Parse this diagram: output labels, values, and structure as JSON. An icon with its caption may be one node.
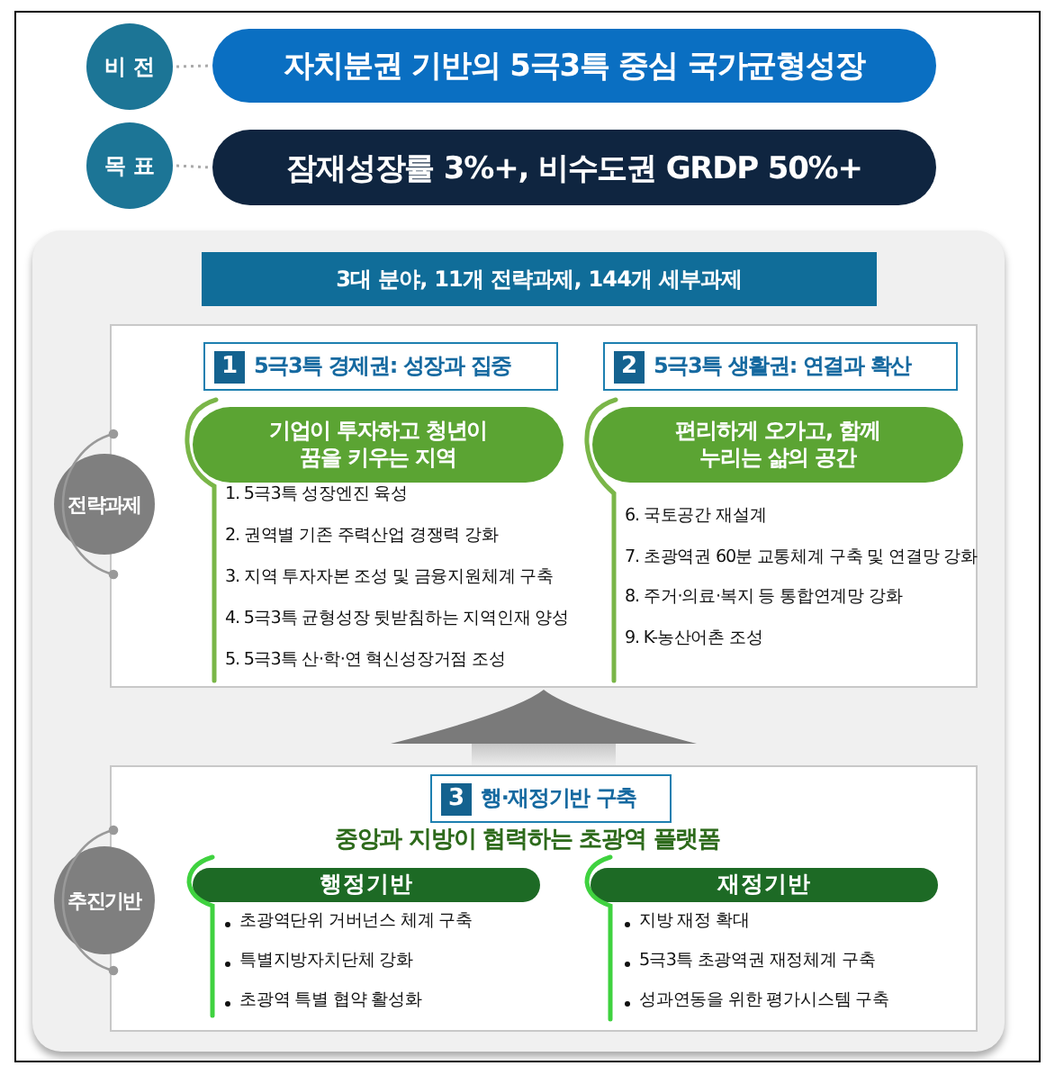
{
  "diagram": {
    "nodes": [
      {
        "text": [
          "비 전"
        ]
      },
      {
        "text": [
          "자치분권 기반의 5극3특 중심 국가균형성장"
        ]
      },
      {
        "text": [
          "목 표"
        ]
      },
      {
        "text": [
          "잠재성장률 3%+, 비수도권 GRDP 50%+"
        ]
      },
      {
        "text": [],
        "shape": "box"
      },
      {
        "text": [
          "3대 분야, 11개 전략과제, 144개 세부과제"
        ],
        "in": 4
      },
      {
        "text": [],
        "shape": "box",
        "in": 4
      },
      {
        "text": [
          "전략과제"
        ],
        "in": 4
      },
      {
        "text": [
          "1",
          "5극3특 경제권: 성장과 집중"
        ],
        "in": 6
      },
      {
        "text": [
          "기업이 투자하고 청년이 꿈을 키우는 지역"
        ],
        "in": 6,
        "beside": [
          "1. 5극3특 성장엔진 육성",
          "2. 권역별 기존 주력산업 경쟁력 강화",
          "3. 지역 투자자본 조성 및 금융지원체계 구축",
          "4. 5극3특 균형성장 뒷받침하는 지역인재 양성",
          "5. 5극3특 산·학·연 혁신성장거점 조성"
        ]
      },
      {
        "text": [
          "2",
          "5극3특 생활권: 연결과 확산"
        ],
        "in": 6
      },
      {
        "text": [
          "편리하게 오가고, 함께 누리는 삶의 공간"
        ],
        "in": 6,
        "beside": [
          "6. 국토공간 재설계",
          "7. 초광역권 60분 교통체계 구축 및 연결망 강화",
          "8. 주거·의료·복지 등 통합연계망 강화",
          "9. K-농산어촌 조성"
        ]
      },
      {
        "text": [],
        "shape": "box",
        "in": 4
      },
      {
        "text": [
          "추진기반"
        ],
        "in": 4
      },
      {
        "text": [
          "3",
          "행·재정기반 구축"
        ],
        "in": 12
      },
      {
        "text": [
          "행정기반"
        ],
        "in": 12,
        "beside": [
          "초광역단위 거버넌스 체계 구축",
          "특별지방자치단체 강화",
          "초광역 특별 협약 활성화"
        ]
      },
      {
        "text": [
          "재정기반"
        ],
        "in": 12,
        "beside": [
          "지방 재정 확대",
          "5극3특 초광역권 재정체계 구축",
          "성과연동을 위한 평가시스템 구축"
        ]
      }
    ],
    "edges": [
      {
        "from": 0,
        "to": 1,
        "arrow": "none",
        "style": "dashed"
      },
      {
        "from": 2,
        "to": 3,
        "arrow": "none",
        "style": "dashed"
      },
      {
        "from": 12,
        "to": 6,
        "arrow": "to",
        "style": "thick"
      }
    ],
    "labels": [
      "중앙과 지방이 협력하는 초광역 플랫폼"
    ]
  }
}
